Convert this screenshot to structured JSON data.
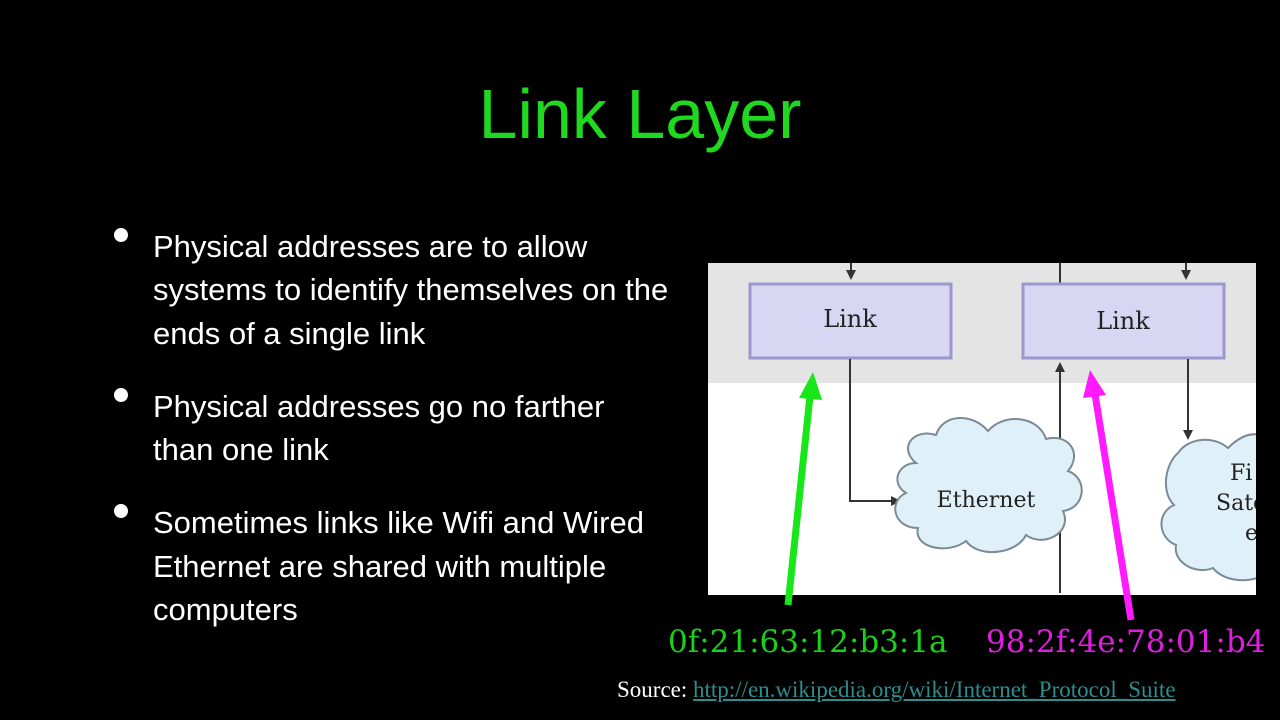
{
  "slide": {
    "title": "Link Layer",
    "bullets": [
      "Physical addresses are to allow systems to identify themselves on the ends of a single link",
      "Physical addresses go no farther than one link",
      "Sometimes links like Wifi and Wired Ethernet are shared with multiple computers"
    ]
  },
  "diagram": {
    "link_left": "Link",
    "link_right": "Link",
    "cloud_ethernet": "Ethernet",
    "cloud_partial_lines": [
      "Fi",
      "Sate",
      "e"
    ]
  },
  "addresses": {
    "green": "0f:21:63:12:b3:1a",
    "magenta": "98:2f:4e:78:01:b4"
  },
  "source": {
    "label": "Source:",
    "url": "http://en.wikipedia.org/wiki/Internet_Protocol_Suite"
  },
  "colors": {
    "title": "#1fd81f",
    "green_arrow": "#19e619",
    "magenta_arrow": "#ff1aff",
    "link_box": "#d8d6f2",
    "cloud": "#e0f0f8",
    "link_band": "#e4e4e4"
  }
}
